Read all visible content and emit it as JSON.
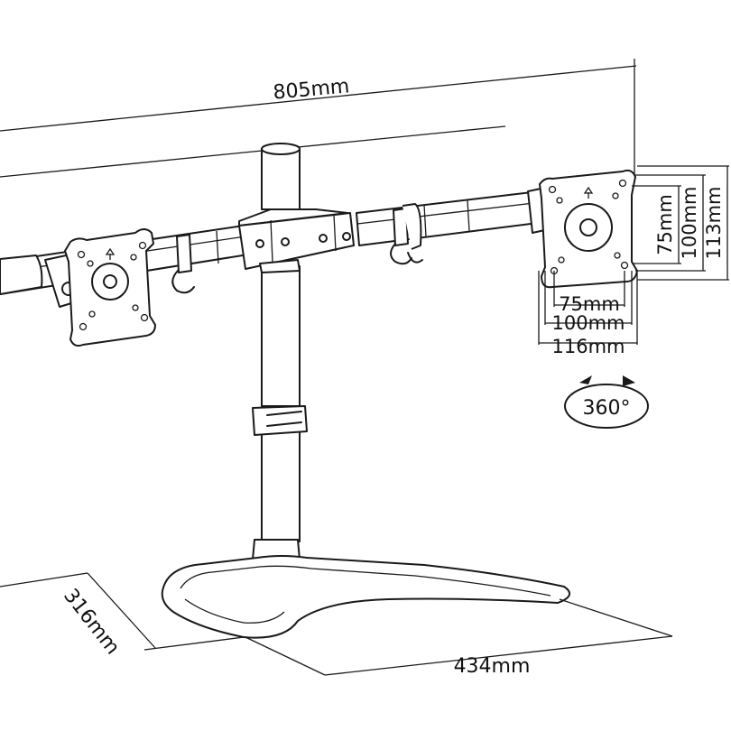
{
  "dimensions": {
    "total_width": "805mm",
    "base_depth": "316mm",
    "base_width": "434mm",
    "vesa_h_75": "75mm",
    "vesa_h_100": "100mm",
    "plate_width": "116mm",
    "vesa_v_75": "75mm",
    "vesa_v_100": "100mm",
    "plate_height": "113mm"
  },
  "rotation": {
    "label": "360°"
  },
  "colors": {
    "stroke": "#1a1a1a",
    "background": "#ffffff"
  }
}
